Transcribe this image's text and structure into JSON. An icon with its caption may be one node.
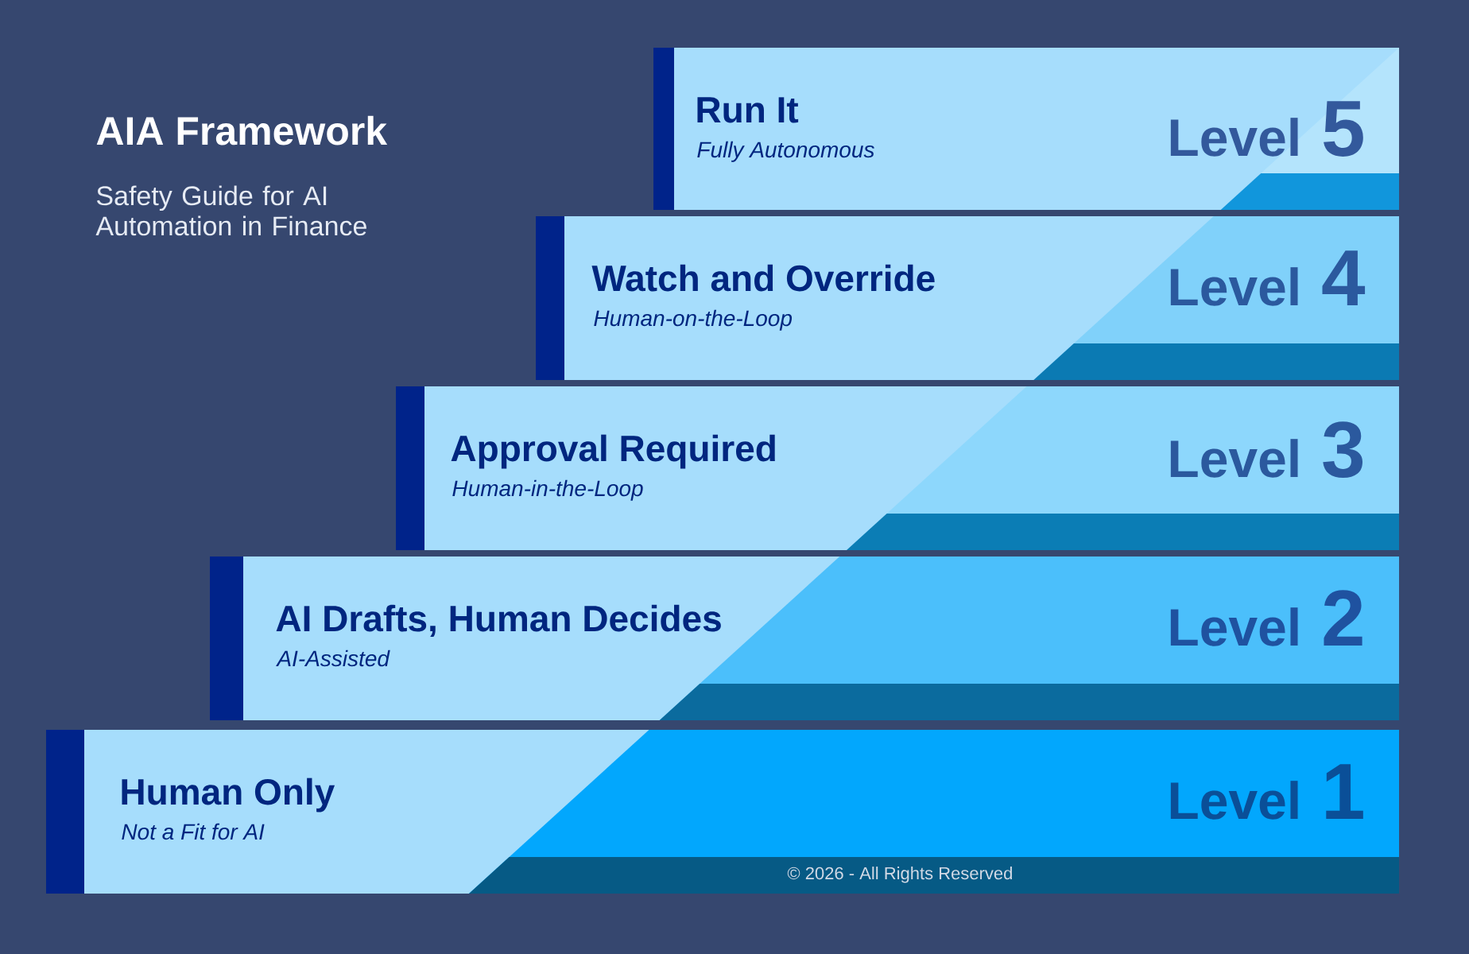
{
  "diagram": {
    "title": "AIA Framework",
    "nodes": [
      {
        "text": [
          "Run It",
          "Fully Autonomous",
          "Level",
          "5"
        ]
      },
      {
        "text": [
          "Watch and Override",
          "Human-on-the-Loop",
          "Level",
          "4"
        ]
      },
      {
        "text": [
          "Approval Required",
          "Human-in-the-Loop",
          "Level",
          "3"
        ]
      },
      {
        "text": [
          "AI Drafts, Human Decides",
          "AI-Assisted",
          "Level",
          "2"
        ]
      },
      {
        "text": [
          "Human Only",
          "Not a Fit for AI",
          "Level",
          "1"
        ]
      }
    ],
    "labels": [
      "Safety Guide for AI Automation in Finance",
      "© 2026 - All Rights Reserved"
    ]
  }
}
